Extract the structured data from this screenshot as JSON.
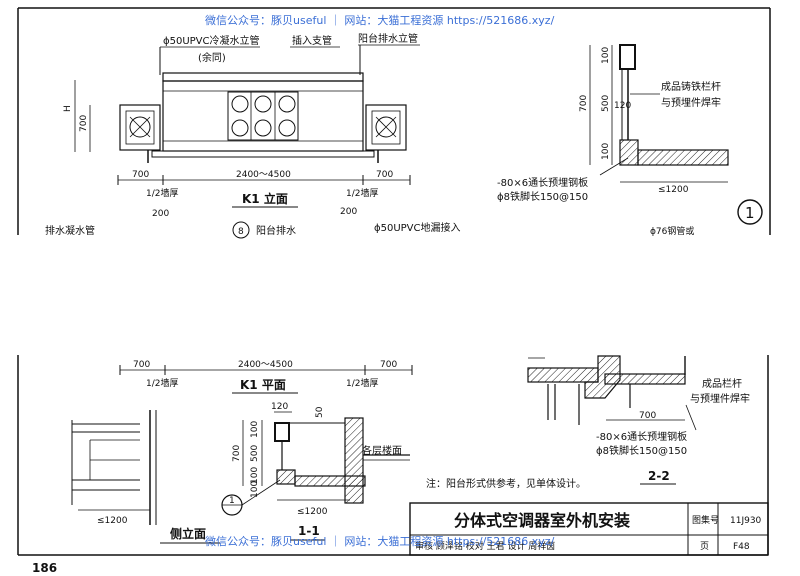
{
  "watermark_top": "微信公众号：豚贝useful ｜ 网站：大猫工程资源 https://521686.xyz/",
  "watermark_bottom": "微信公众号：豚贝useful ｜ 网站：大猫工程资源 https://521686.xyz/",
  "page_number": "186",
  "circle_marker": "1",
  "k1_elevation": {
    "title": "K1 立面",
    "h_label": "H",
    "label_700_left": "700",
    "leader_condensate": "ϕ50UPVC冷凝水立管",
    "leader_same": "(余同)",
    "leader_insert": "插入支管",
    "leader_balcony": "阳台排水立管",
    "dim_700_a": "700",
    "dim_range": "2400～4500",
    "dim_700_b": "700",
    "wall_half_a": "1/2墙厚",
    "wall_half_b": "1/2墙厚",
    "dim_200_a": "200",
    "dim_200_b": "200",
    "cut_drain": "排水凝水管",
    "cut_detail_num": "8",
    "cut_balcony_drain": "阳台排水",
    "cut_floor_drain": "ϕ50UPVC地漏接入"
  },
  "detail_1": {
    "dim_100_top": "100",
    "dim_700": "700",
    "dim_500": "500",
    "dim_120": "120",
    "dim_100_bot": "100",
    "note_railing_1": "成品铸铁栏杆",
    "note_railing_2": "与预埋件焊牢",
    "note_plate": "-80×6通长预埋钢板",
    "note_anchor": "ϕ8铁脚长150@150",
    "dim_1200": "≤1200",
    "cut_text": "ϕ76钢管或"
  },
  "k1_plan": {
    "title": "K1 平面",
    "dim_700_a": "700",
    "dim_range": "2400～4500",
    "dim_700_b": "700",
    "wall_half_a": "1/2墙厚",
    "wall_half_b": "1/2墙厚"
  },
  "side_elevation": {
    "title": "侧立面",
    "dim_1200": "≤1200"
  },
  "section_1_1": {
    "title": "1-1",
    "dim_120": "120",
    "dim_100_a": "100",
    "dim_700": "700",
    "dim_500": "500",
    "dim_100_b": "100",
    "dim_100_c": "100",
    "dim_50": "50",
    "floor_label": "各层楼面",
    "callout_num": "1",
    "dim_1200": "≤1200"
  },
  "section_2_2": {
    "title": "2-2",
    "note_railing_1": "成品栏杆",
    "note_railing_2": "与预埋件焊牢",
    "dim_700": "700",
    "note_plate": "-80×6通长预埋钢板",
    "note_anchor": "ϕ8铁脚长150@150"
  },
  "note": "注：阳台形式供参考，见单体设计。",
  "title_block": {
    "title": "分体式空调器室外机安装",
    "atlas_label": "图集号",
    "atlas_value": "11J930",
    "page_label": "页",
    "page_value": "F48",
    "row_text": "审核 顾泽铭 校对 王君 设计 周祥茵"
  }
}
